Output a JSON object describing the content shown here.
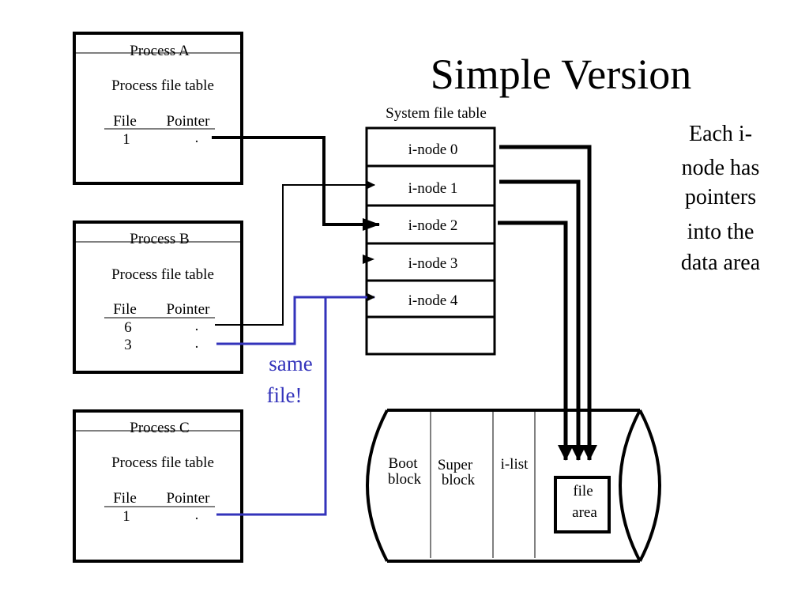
{
  "title": "Simple Version",
  "side_note": [
    "Each i-",
    "node has",
    "pointers",
    "into the",
    "data area"
  ],
  "processes": [
    {
      "name": "Process A",
      "table_label": "Process file table",
      "col_file": "File",
      "col_pointer": "Pointer",
      "rows": [
        {
          "file": "1",
          "pointer": "."
        }
      ]
    },
    {
      "name": "Process B",
      "table_label": "Process file table",
      "col_file": "File",
      "col_pointer": "Pointer",
      "rows": [
        {
          "file": "6",
          "pointer": "."
        },
        {
          "file": "3",
          "pointer": "."
        }
      ]
    },
    {
      "name": "Process C",
      "table_label": "Process file table",
      "col_file": "File",
      "col_pointer": "Pointer",
      "rows": [
        {
          "file": "1",
          "pointer": "."
        }
      ]
    }
  ],
  "system_table": {
    "label": "System file table",
    "inodes": [
      "i-node 0",
      "i-node 1",
      "i-node 2",
      "i-node 3",
      "i-node 4"
    ]
  },
  "same_file_note": [
    "same",
    "file!"
  ],
  "disk": {
    "sections": [
      {
        "lines": [
          "Boot",
          "block"
        ]
      },
      {
        "lines": [
          "Super",
          "block"
        ]
      },
      {
        "lines": [
          "i-list"
        ]
      }
    ],
    "file_area": [
      "file",
      "area"
    ]
  },
  "colors": {
    "highlight": "#3333bb",
    "line": "#000000"
  }
}
